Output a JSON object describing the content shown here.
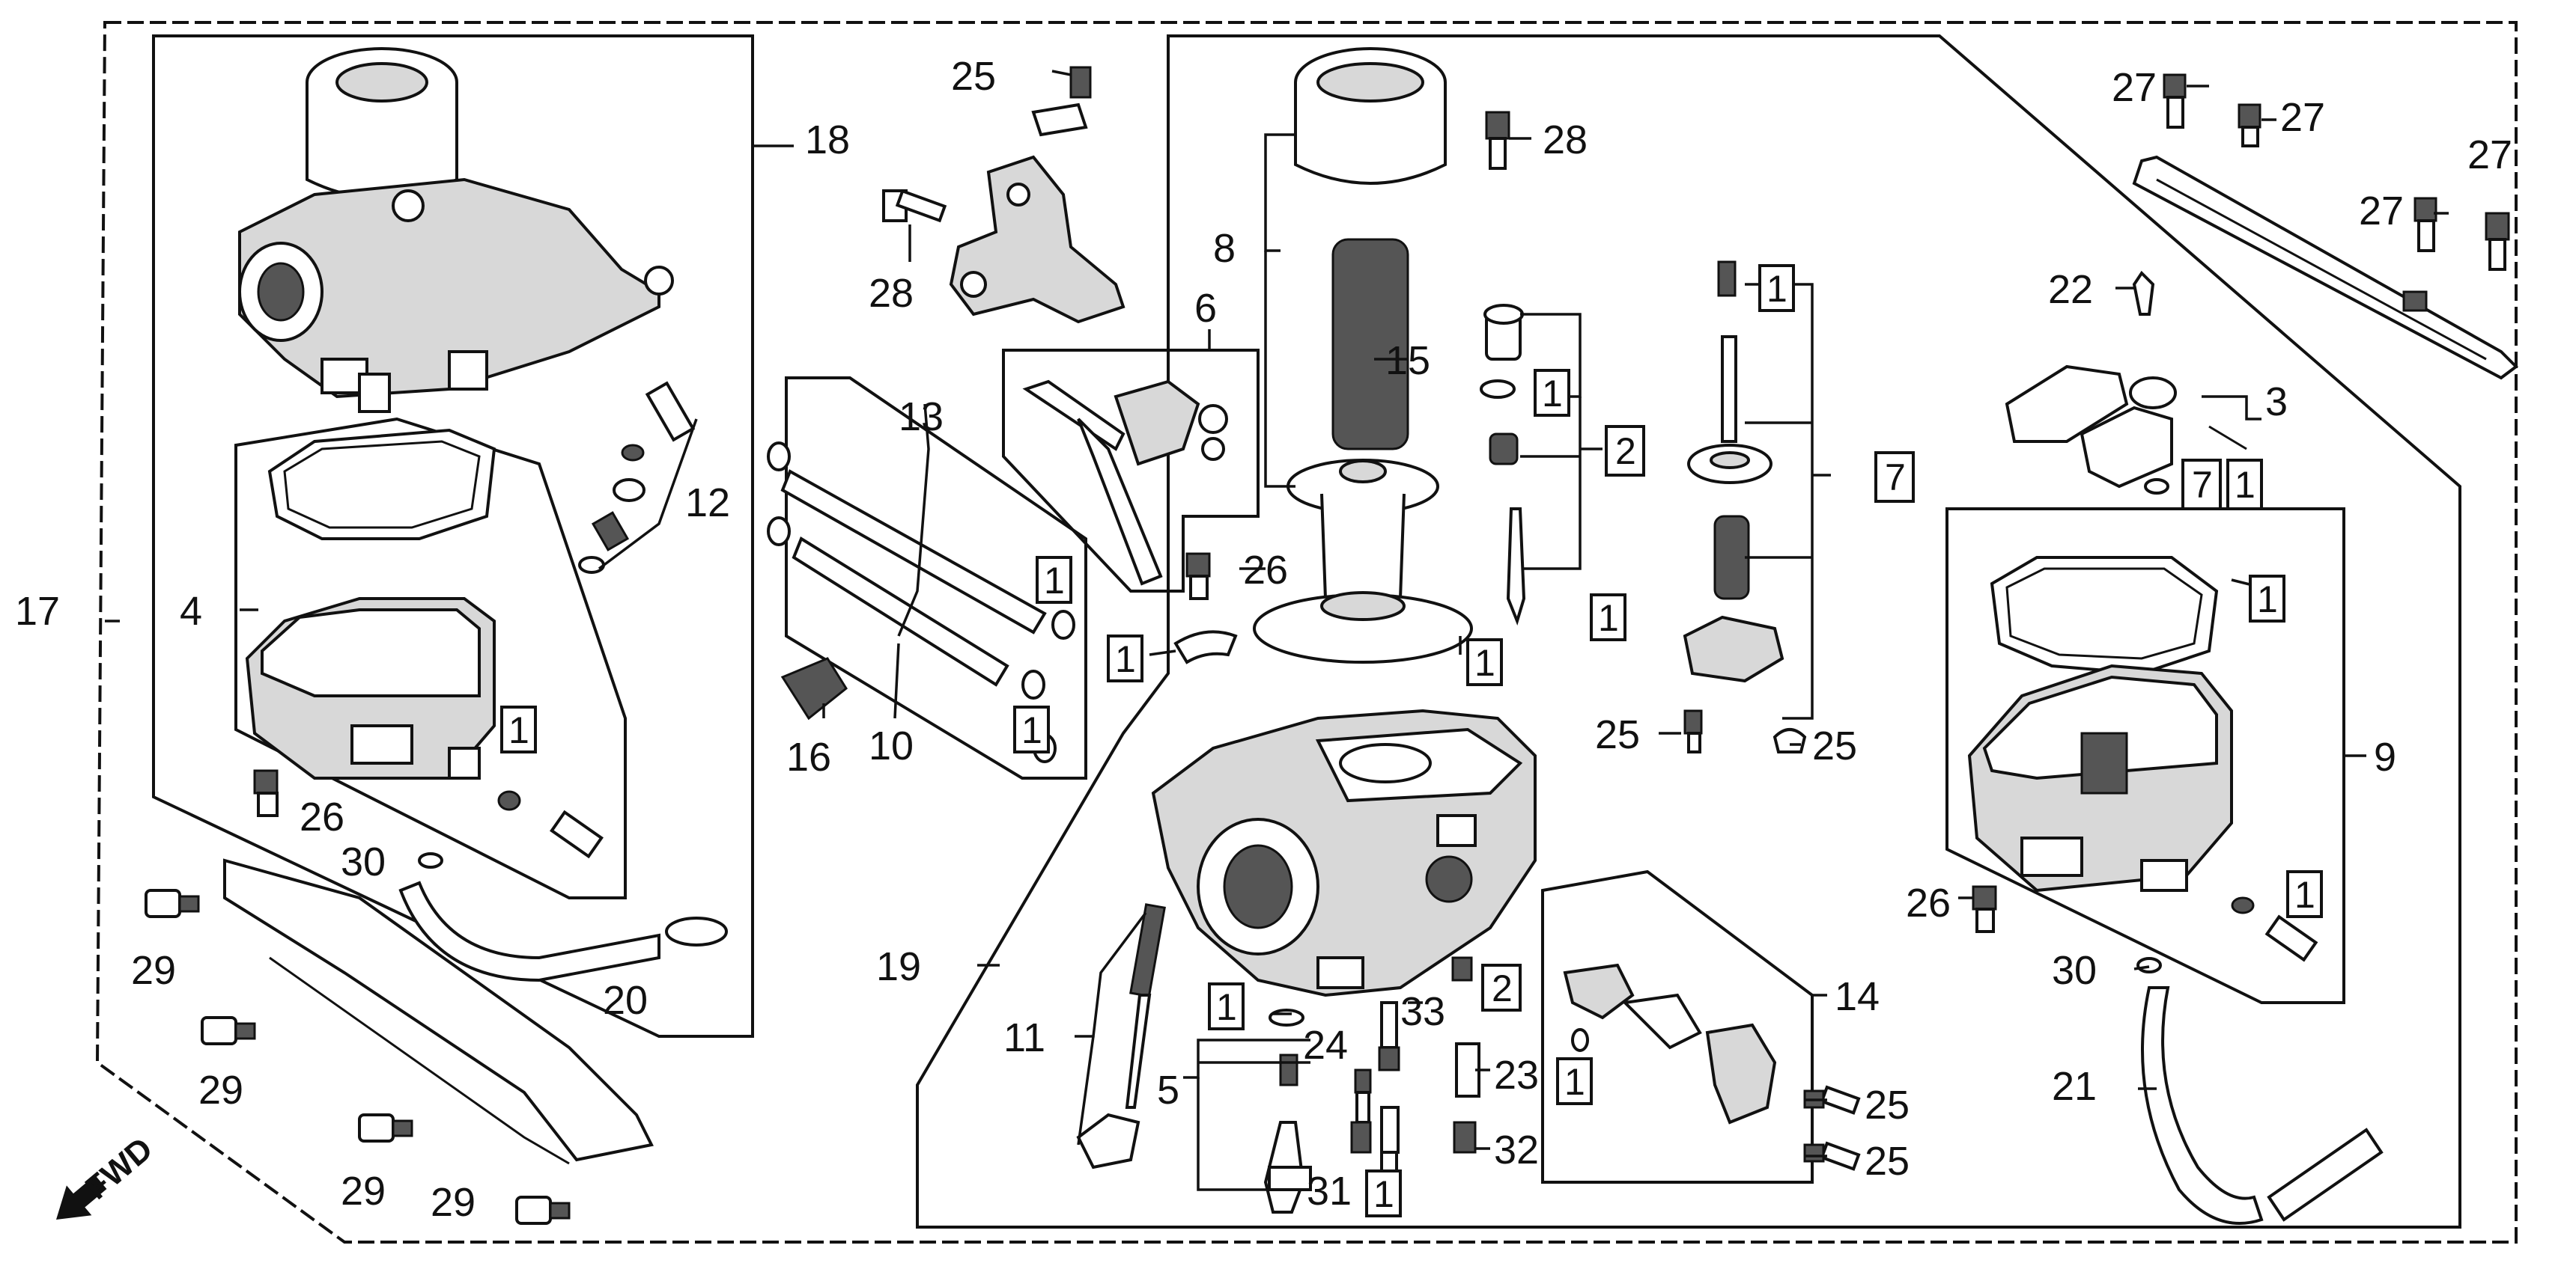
{
  "diagram": {
    "fwd_label": "FWD",
    "parts": [
      "1",
      "2",
      "3",
      "4",
      "5",
      "6",
      "7",
      "8",
      "9",
      "10",
      "11",
      "12",
      "13",
      "14",
      "15",
      "16",
      "17",
      "18",
      "19",
      "20",
      "21",
      "22",
      "23",
      "24",
      "25",
      "26",
      "27",
      "28",
      "29",
      "30",
      "31",
      "32",
      "33"
    ],
    "labels": {
      "l17": "17",
      "l18": "18",
      "l4": "4",
      "l12": "12",
      "l26a": "26",
      "l30a": "30",
      "l29a": "29",
      "l29b": "29",
      "l29c": "29",
      "l29d": "29",
      "l20": "20",
      "l25a": "25",
      "l28a": "28",
      "l13": "13",
      "l10": "10",
      "l16": "16",
      "l6": "6",
      "l26b": "26",
      "l8": "8",
      "l15": "15",
      "l28b": "28",
      "l19": "19",
      "l11": "11",
      "l5": "5",
      "l24": "24",
      "l31": "31",
      "l33": "33",
      "l23": "23",
      "l32": "32",
      "l14": "14",
      "l25b": "25",
      "l25c": "25",
      "l25d": "25",
      "l25e": "25",
      "l27a": "27",
      "l27b": "27",
      "l27c": "27",
      "l27d": "27",
      "l22": "22",
      "l3": "3",
      "l9": "9",
      "l26c": "26",
      "l30b": "30",
      "l21": "21"
    },
    "boxed": {
      "b1a": "1",
      "b1b": "1",
      "b1c": "1",
      "b1d": "1",
      "b1e": "1",
      "b1f": "1",
      "b1g": "1",
      "b1h": "1",
      "b1i": "1",
      "b1j": "1",
      "b1k": "1",
      "b1l": "1",
      "b1m": "1",
      "b1n": "1",
      "b2a": "2",
      "b2b": "2",
      "b7a": "7",
      "b7b": "7"
    }
  }
}
